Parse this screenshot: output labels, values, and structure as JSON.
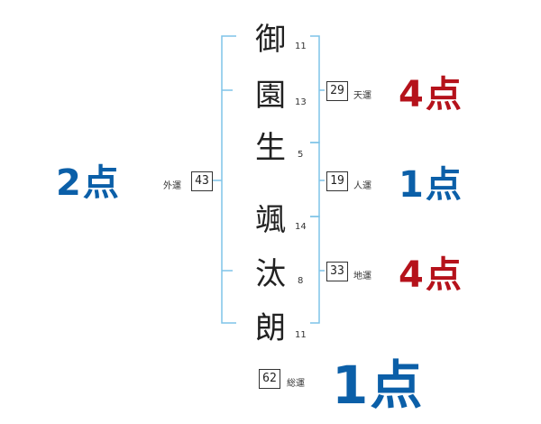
{
  "name_chars": [
    {
      "char": "御",
      "strokes": "11"
    },
    {
      "char": "園",
      "strokes": "13"
    },
    {
      "char": "生",
      "strokes": "5"
    },
    {
      "char": "颯",
      "strokes": "14"
    },
    {
      "char": "汰",
      "strokes": "8"
    },
    {
      "char": "朗",
      "strokes": "11"
    }
  ],
  "gaiun": {
    "label": "外運",
    "value": "43",
    "score": "2点"
  },
  "tenun": {
    "label": "天運",
    "value": "29",
    "score": "4点"
  },
  "jinun": {
    "label": "人運",
    "value": "19",
    "score": "1点"
  },
  "chiun": {
    "label": "地運",
    "value": "33",
    "score": "4点"
  },
  "souun": {
    "label": "総運",
    "value": "62",
    "score": "1点"
  },
  "colors": {
    "bracket": "#7fc4e8",
    "score_red": "#b5121b",
    "score_blue": "#0b5fa8"
  }
}
